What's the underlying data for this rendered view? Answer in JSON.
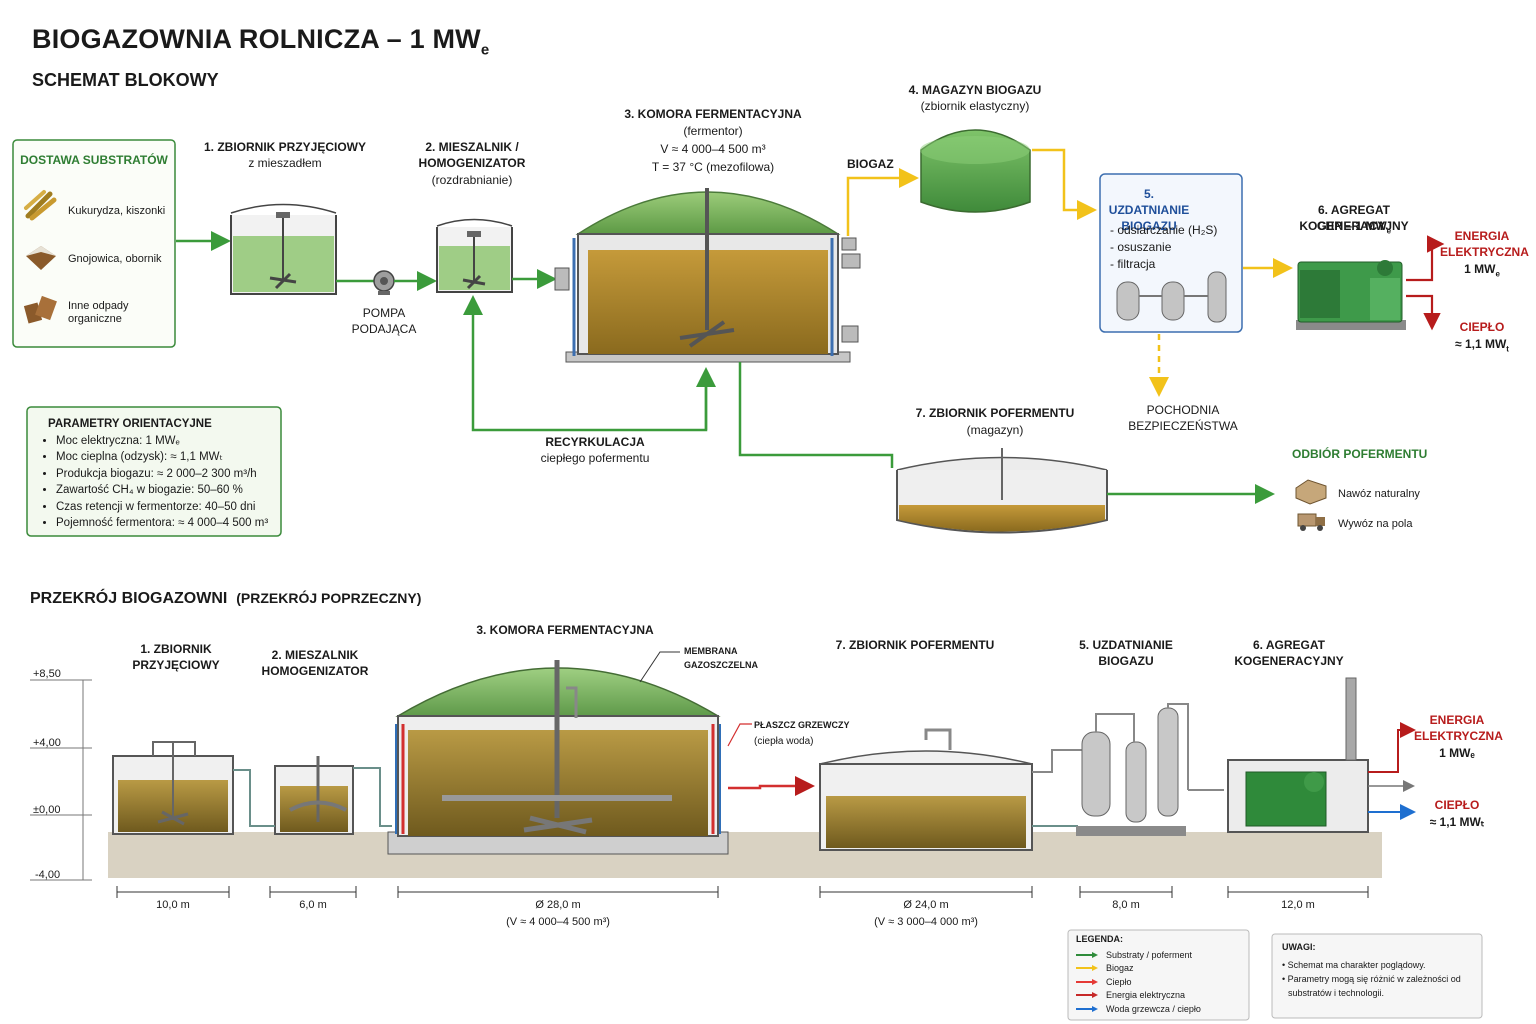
{
  "header": {
    "title": "BIOGAZOWNIA ROLNICZA – 1 MW",
    "title_sub": "e",
    "subtitle": "SCHEMAT BLOKOWY"
  },
  "substrates": {
    "title": "DOSTAWA SUBSTRATÓW",
    "items": [
      {
        "label": "Kukurydza, kiszonki",
        "icon": "corn-icon"
      },
      {
        "label": "Gnojowica, obornik",
        "icon": "manure-icon"
      },
      {
        "label": "Inne odpady organiczne",
        "icon": "wood-waste-icon"
      }
    ]
  },
  "blocks": {
    "b1": {
      "title": "1. ZBIORNIK PRZYJĘCIOWY",
      "sub": "z mieszadłem"
    },
    "pump": {
      "label": "POMPA PODAJĄCA"
    },
    "b2": {
      "title": "2. MIESZALNIK / HOMOGENIZATOR",
      "sub": "(rozdrabnianie)"
    },
    "b3": {
      "title": "3. KOMORA FERMENTACYJNA",
      "sub": "(fermentor)",
      "volume": "V ≈ 4 000–4 500 m³",
      "temp": "T = 37 °C (mezofilowa)"
    },
    "biogas": {
      "label": "BIOGAZ"
    },
    "b4": {
      "title": "4. MAGAZYN BIOGAZU",
      "sub": "(zbiornik elastyczny)"
    },
    "b5": {
      "title": "5. UZDATNIANIE BIOGAZU",
      "items": [
        "- odsiarczanie (H₂S)",
        "- osuszanie",
        "- filtracja"
      ]
    },
    "b6": {
      "title": "6. AGREGAT KOGENERACYJNY",
      "sub": "CHP – 1 MW",
      "sub_e": "e"
    },
    "energy_el": {
      "title": "ENERGIA ELEKTRYCZNA",
      "value": "1 MW",
      "unit": "e"
    },
    "heat": {
      "title": "CIEPŁO",
      "value": "≈ 1,1 MW",
      "unit": "t"
    },
    "flare": {
      "label": "POCHODNIA BEZPIECZEŃSTWA"
    },
    "b7": {
      "title": "7. ZBIORNIK POFERMENTU",
      "sub": "(magazyn)"
    },
    "recirc": {
      "title": "RECYRKULACJA",
      "sub": "ciepłego pofermentu"
    },
    "output": {
      "title": "ODBIÓR POFERMENTU",
      "items": [
        "Nawóz naturalny",
        "Wywóz na pola"
      ]
    }
  },
  "params": {
    "title": "PARAMETRY ORIENTACYJNE",
    "items": [
      "Moc elektryczna: 1 MWₑ",
      "Moc cieplna (odzysk): ≈ 1,1 MWₜ",
      "Produkcja biogazu: ≈ 2 000–2 300 m³/h",
      "Zawartość CH₄ w biogazie: 50–60 %",
      "Czas retencji w fermentorze: 40–50 dni",
      "Pojemność fermentora: ≈ 4 000–4 500 m³"
    ]
  },
  "section": {
    "title": "PRZEKRÓJ BIOGAZOWNI",
    "title_suffix": "(PRZEKRÓJ POPRZECZNY)",
    "levels": [
      "+8,50",
      "+4,00",
      "±0,00",
      "-4,00"
    ],
    "labels": {
      "s1": "1. ZBIORNIK PRZYJĘCIOWY",
      "s2": "2. MIESZALNIK HOMOGENIZATOR",
      "s3": "3. KOMORA FERMENTACYJNA",
      "membrane": "MEMBRANA GAZOSZCZELNA",
      "jacket": "PŁASZCZ GRZEWCZY",
      "jacket_sub": "(ciepła woda)",
      "s7": "7. ZBIORNIK POFERMENTU",
      "s5": "5. UZDATNIANIE BIOGAZU",
      "s6": "6. AGREGAT KOGENERACYJNY",
      "energy_el": "ENERGIA ELEKTRYCZNA",
      "energy_val": "1 MWₑ",
      "heat": "CIEPŁO",
      "heat_val": "≈ 1,1 MWₜ"
    },
    "dims": [
      {
        "value": "10,0 m",
        "sub": ""
      },
      {
        "value": "6,0 m",
        "sub": ""
      },
      {
        "value": "Ø 28,0 m",
        "sub": "(V ≈ 4 000–4 500 m³)"
      },
      {
        "value": "Ø 24,0 m",
        "sub": "(V ≈ 3 000–4 000 m³)"
      },
      {
        "value": "8,0 m",
        "sub": ""
      },
      {
        "value": "12,0 m",
        "sub": ""
      }
    ]
  },
  "legend": {
    "title": "LEGENDA:",
    "items": [
      {
        "label": "Substraty / poferment",
        "color": "#2e8b3a"
      },
      {
        "label": "Biogaz",
        "color": "#f2c21a"
      },
      {
        "label": "Ciepło",
        "color": "#e53935"
      },
      {
        "label": "Energia elektryczna",
        "color": "#c62828"
      },
      {
        "label": "Woda grzewcza / ciepło",
        "color": "#1e6fd0"
      }
    ]
  },
  "notes": {
    "title": "UWAGI:",
    "items": [
      "• Schemat ma charakter poglądowy.",
      "• Parametry mogą się różnić w zależności od substratów i technologii."
    ]
  }
}
